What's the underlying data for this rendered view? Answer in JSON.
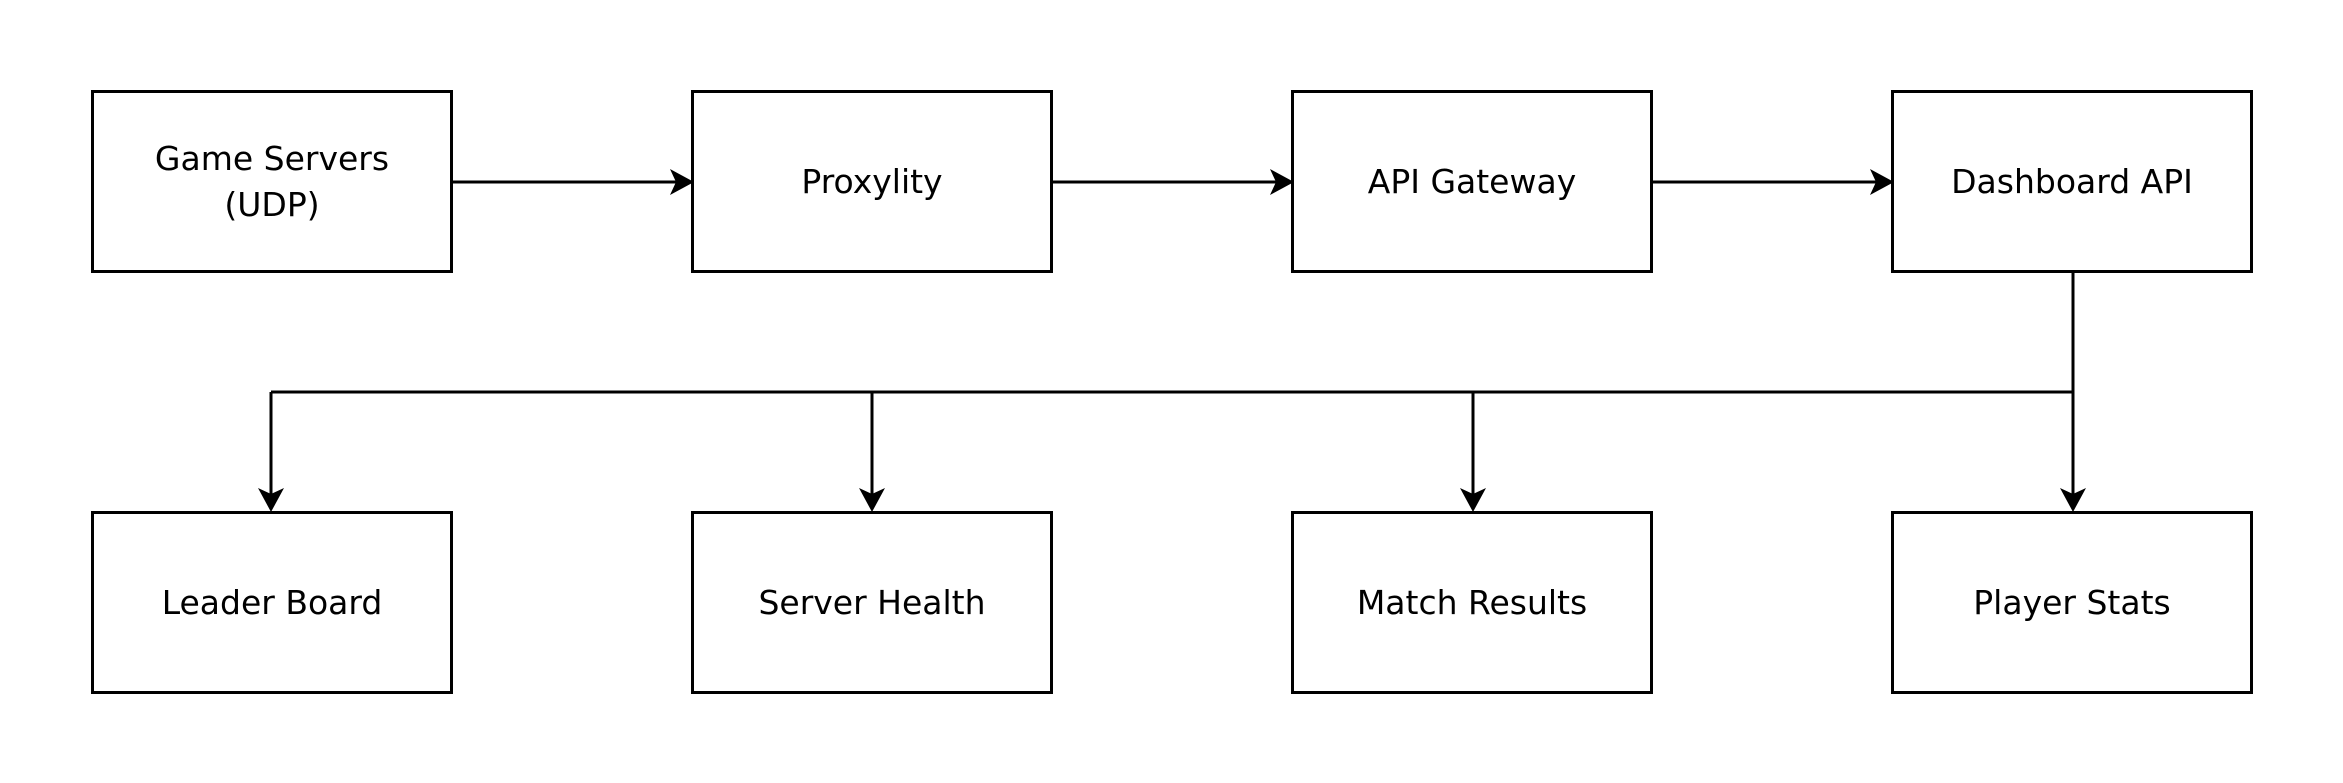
{
  "diagram": {
    "colors": {
      "stroke": "#000000",
      "fill": "#ffffff",
      "text": "#000000"
    },
    "nodes": {
      "game_servers": {
        "line1": "Game Servers",
        "line2": "(UDP)"
      },
      "proxylity": {
        "label": "Proxylity"
      },
      "api_gateway": {
        "label": "API Gateway"
      },
      "dashboard_api": {
        "label": "Dashboard API"
      },
      "leader_board": {
        "label": "Leader Board"
      },
      "server_health": {
        "label": "Server Health"
      },
      "match_results": {
        "label": "Match Results"
      },
      "player_stats": {
        "label": "Player Stats"
      }
    }
  }
}
